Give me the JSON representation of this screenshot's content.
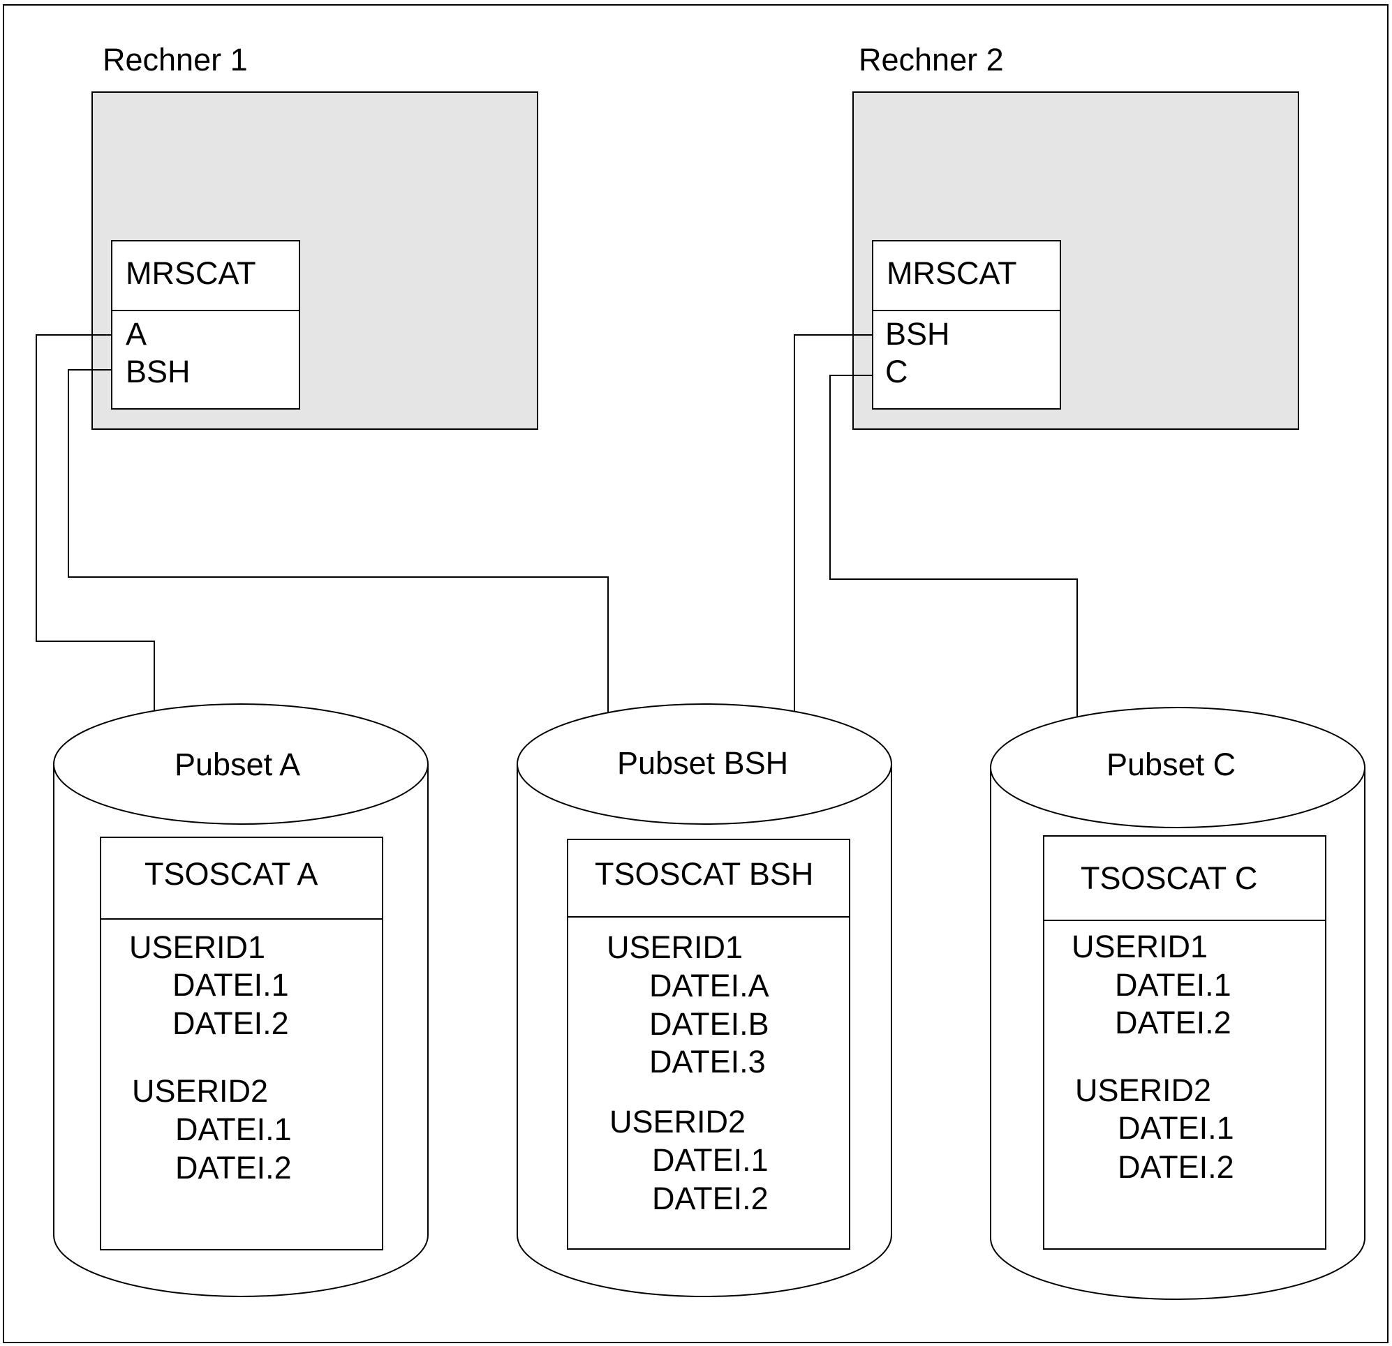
{
  "colors": {
    "host_fill": "#e5e5e5",
    "line": "#000000",
    "background": "#ffffff"
  },
  "hosts": [
    {
      "label": "Rechner 1",
      "catalog_title": "MRSCAT",
      "entries": [
        "A",
        "BSH"
      ]
    },
    {
      "label": "Rechner 2",
      "catalog_title": "MRSCAT",
      "entries": [
        "BSH",
        "C"
      ]
    }
  ],
  "pubsets": [
    {
      "label": "Pubset A",
      "catalog_title": "TSOSCAT A",
      "users": [
        {
          "id": "USERID1",
          "files": [
            "DATEI.1",
            "DATEI.2"
          ]
        },
        {
          "id": "USERID2",
          "files": [
            "DATEI.1",
            "DATEI.2"
          ]
        }
      ]
    },
    {
      "label": "Pubset BSH",
      "catalog_title": "TSOSCAT BSH",
      "users": [
        {
          "id": "USERID1",
          "files": [
            "DATEI.A",
            "DATEI.B",
            "DATEI.3"
          ]
        },
        {
          "id": "USERID2",
          "files": [
            "DATEI.1",
            "DATEI.2"
          ]
        }
      ]
    },
    {
      "label": "Pubset C",
      "catalog_title": "TSOSCAT C",
      "users": [
        {
          "id": "USERID1",
          "files": [
            "DATEI.1",
            "DATEI.2"
          ]
        },
        {
          "id": "USERID2",
          "files": [
            "DATEI.1",
            "DATEI.2"
          ]
        }
      ]
    }
  ],
  "connections": [
    {
      "from": "Rechner 1 / A",
      "to": "Pubset A"
    },
    {
      "from": "Rechner 1 / BSH",
      "to": "Pubset BSH"
    },
    {
      "from": "Rechner 2 / BSH",
      "to": "Pubset BSH"
    },
    {
      "from": "Rechner 2 / C",
      "to": "Pubset C"
    }
  ]
}
